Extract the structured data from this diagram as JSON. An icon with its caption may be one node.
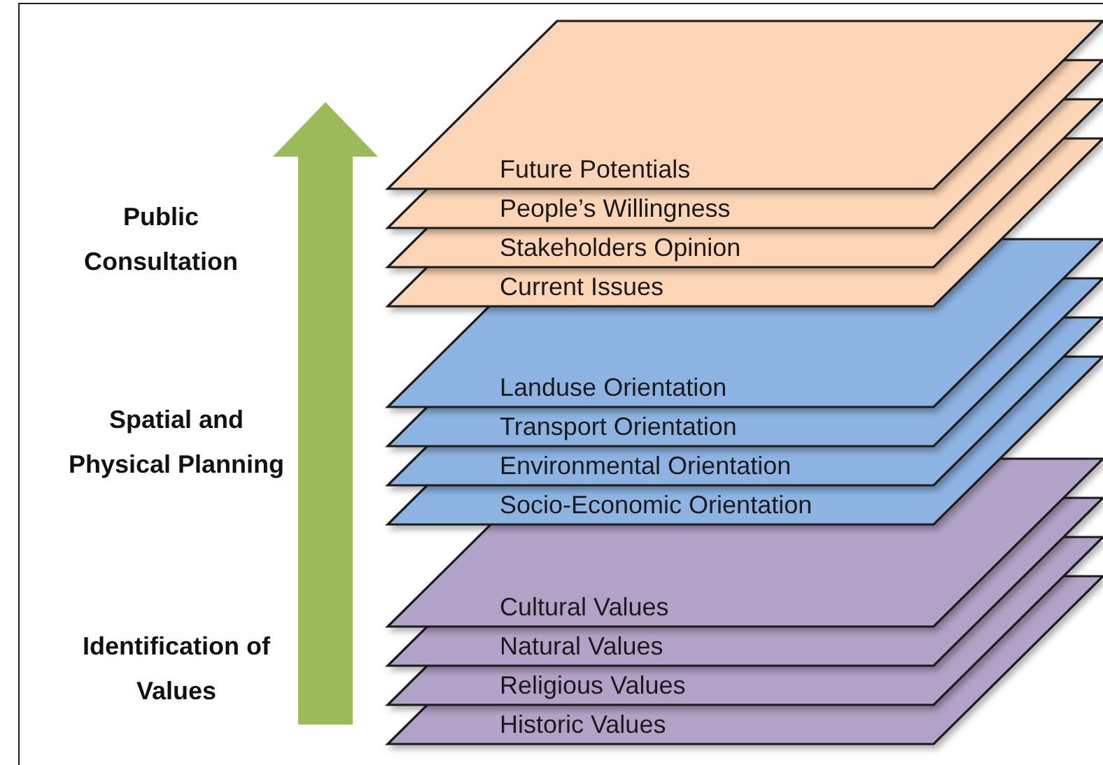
{
  "diagram": {
    "nodes": [
      {
        "text": [
          "Future Potentials"
        ]
      },
      {
        "text": [
          "People’s Willingness"
        ]
      },
      {
        "text": [
          "Stakeholders Opinion"
        ]
      },
      {
        "text": [
          "Current Issues"
        ]
      },
      {
        "text": [
          "Landuse Orientation"
        ]
      },
      {
        "text": [
          "Transport Orientation"
        ]
      },
      {
        "text": [
          "Environmental Orientation"
        ]
      },
      {
        "text": [
          "Socio-Economic Orientation"
        ]
      },
      {
        "text": [
          "Cultural Values"
        ]
      },
      {
        "text": [
          "Natural Values"
        ]
      },
      {
        "text": [
          "Religious Values"
        ]
      },
      {
        "text": [
          "Historic Values"
        ]
      }
    ],
    "labels": [
      "Public Consultation",
      "Spatial and Physical Planning",
      "Identification of Values"
    ]
  }
}
